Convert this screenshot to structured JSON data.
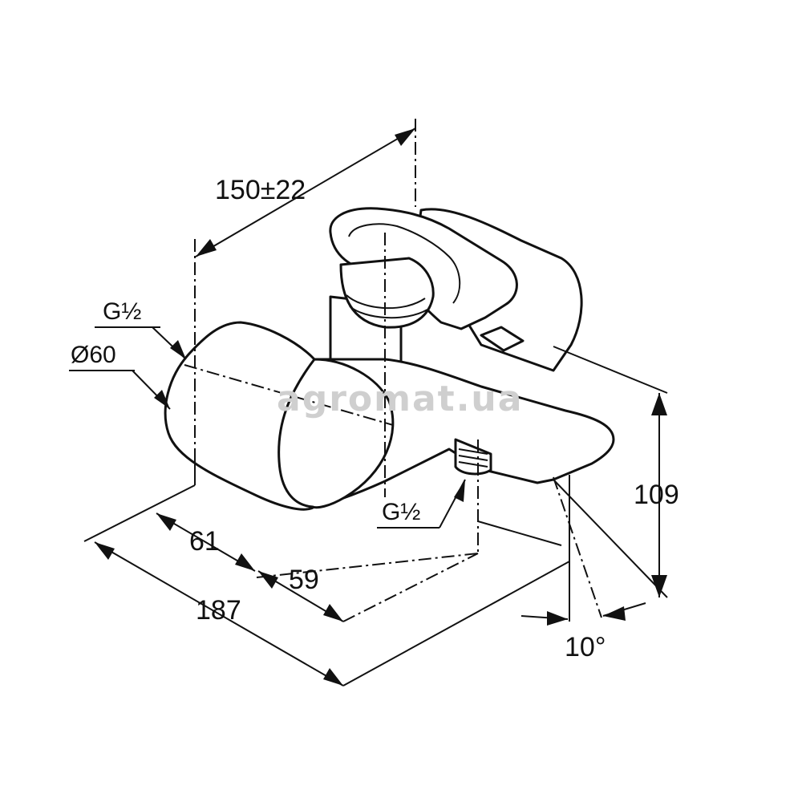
{
  "dimensions": {
    "spread": "150±22",
    "inlet_left": "G½",
    "diameter": "Ø60",
    "inlet_bottom": "G½",
    "height": "109",
    "depth_a": "61",
    "depth_b": "59",
    "length": "187",
    "angle": "10°"
  },
  "watermark": "agromat.ua"
}
